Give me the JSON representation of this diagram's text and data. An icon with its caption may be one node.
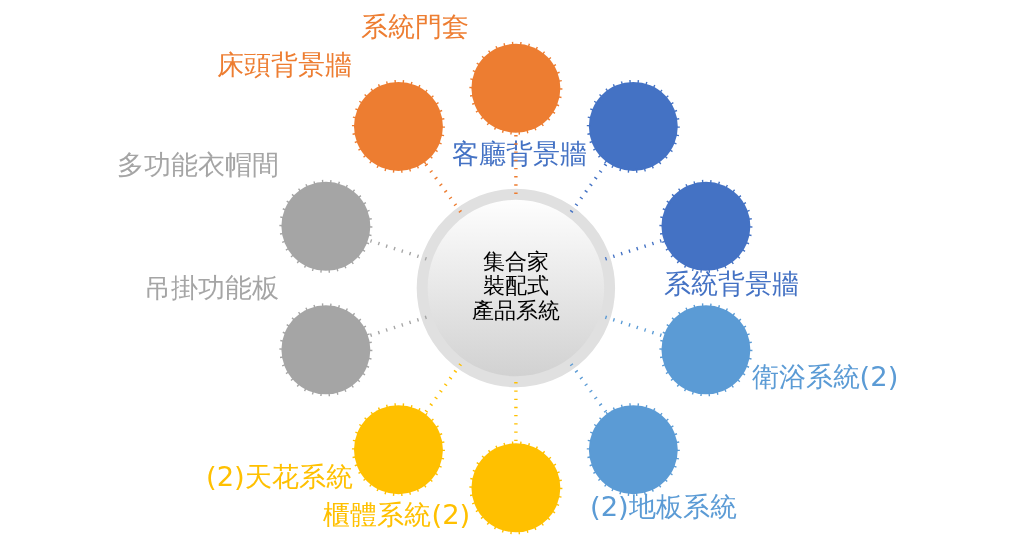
{
  "diagram": {
    "nodes": [
      {
        "text": [
          "集合家裝配式產品系統"
        ]
      },
      {
        "text": [],
        "shape": "circle",
        "beside": [
          "系統背景牆"
        ]
      },
      {
        "text": [],
        "shape": "circle",
        "beside": [
          "客廳背景牆"
        ]
      },
      {
        "text": [],
        "shape": "circle",
        "beside": [
          "系統門套"
        ]
      },
      {
        "text": [],
        "shape": "circle",
        "beside": [
          "床頭背景牆"
        ]
      },
      {
        "text": [],
        "shape": "circle",
        "beside": [
          "多功能衣帽間"
        ]
      },
      {
        "text": [],
        "shape": "circle",
        "beside": [
          "吊掛功能板"
        ]
      },
      {
        "text": [],
        "shape": "circle",
        "beside": [
          "(2)天花系統"
        ]
      },
      {
        "text": [],
        "shape": "circle",
        "beside": [
          "櫃體系統(2)"
        ]
      },
      {
        "text": [],
        "shape": "circle",
        "beside": [
          "(2)地板系統"
        ]
      },
      {
        "text": [],
        "shape": "circle",
        "beside": [
          "衛浴系統(2)"
        ]
      }
    ],
    "edges": [
      {
        "from": 0,
        "to": 1,
        "arrow": "none",
        "color": "#4472c4"
      },
      {
        "from": 0,
        "to": 2,
        "arrow": "none",
        "color": "#4472c4"
      },
      {
        "from": 0,
        "to": 3,
        "arrow": "none",
        "color": "#ed7d31"
      },
      {
        "from": 0,
        "to": 4,
        "arrow": "none",
        "color": "#ed7d31"
      },
      {
        "from": 0,
        "to": 5,
        "arrow": "none",
        "color": "#a5a5a5"
      },
      {
        "from": 0,
        "to": 6,
        "arrow": "none",
        "color": "#a5a5a5"
      },
      {
        "from": 0,
        "to": 7,
        "arrow": "none",
        "color": "#ffc000"
      },
      {
        "from": 0,
        "to": 8,
        "arrow": "none",
        "color": "#ffc000"
      },
      {
        "from": 0,
        "to": 9,
        "arrow": "none",
        "color": "#5b9bd5"
      },
      {
        "from": 0,
        "to": 10,
        "arrow": "none",
        "color": "#5b9bd5"
      }
    ]
  }
}
